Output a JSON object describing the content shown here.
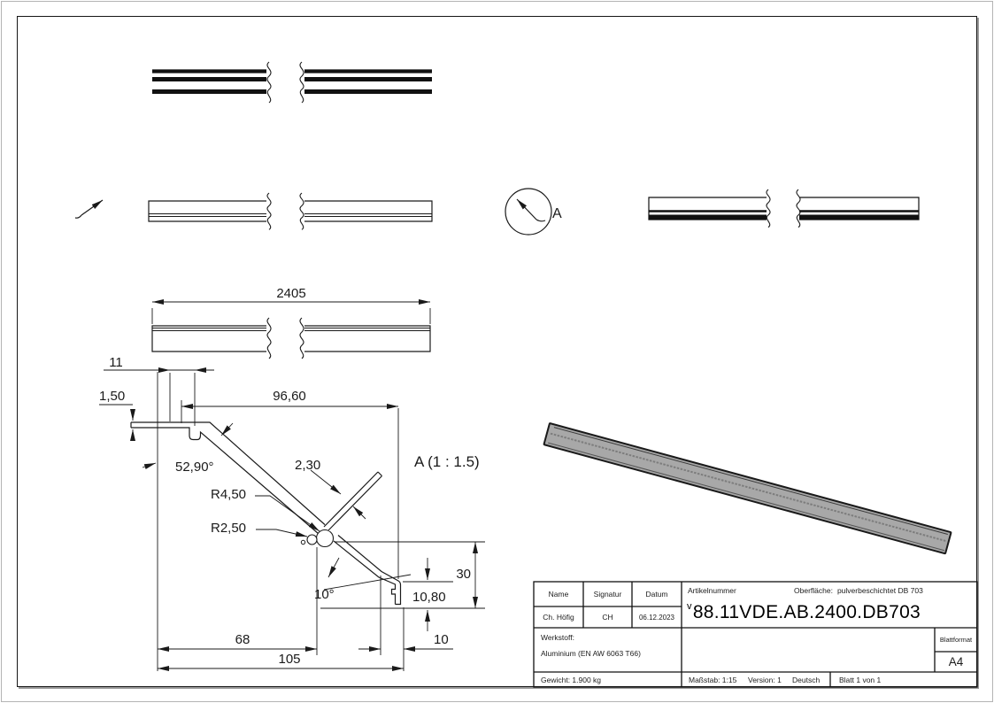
{
  "dimensions": {
    "overall_length": "2405",
    "top_notch_width": "11",
    "strip_thickness": "1,50",
    "slope_width": "96,60",
    "slope_angle": "52,90°",
    "cross_wall_thickness": "2,30",
    "radius_large": "R4,50",
    "radius_small": "R2,50",
    "lip_angle": "10°",
    "lip_height": "10,80",
    "profile_height": "30",
    "width_to_channel": "68",
    "overall_width": "105",
    "lip_offset": "10"
  },
  "detail": {
    "callout_label": "A",
    "title": "A (1 : 1.5)"
  },
  "title_block": {
    "name_header": "Name",
    "signature_header": "Signatur",
    "date_header": "Datum",
    "name": "Ch. Höfig",
    "signature": "CH",
    "date": "06.12.2023",
    "article_number_label": "Artikelnummer",
    "surface_label": "Oberfläche:",
    "surface_value": "pulverbeschichtet DB 703",
    "article_number_prefix": "v",
    "article_number": "88.11VDE.AB.2400.DB703",
    "material_label": "Werkstoff:",
    "material": "Aluminium (EN AW 6063 T66)",
    "sheet_format_label": "Blattformat",
    "sheet_format": "A4",
    "weight": "Gewicht: 1.900 kg",
    "scale": "Maßstab: 1:15",
    "version": "Version: 1",
    "language": "Deutsch",
    "sheet": "Blatt 1 von 1"
  },
  "colors": {
    "line": "#1a1a1a",
    "bar_fill": "#a8a8a8",
    "bar_ridge": "#7d7d7d"
  }
}
